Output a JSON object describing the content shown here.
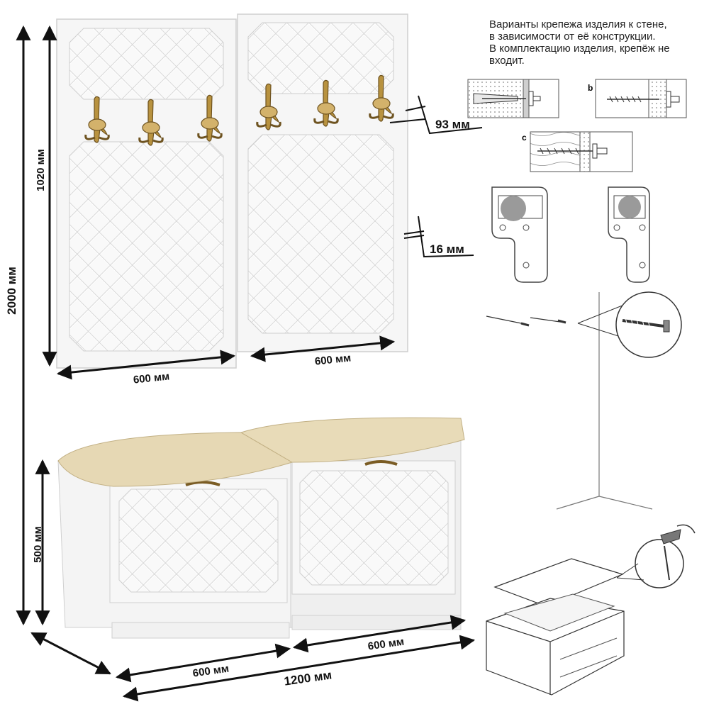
{
  "notes": [
    "Варианты крепежа изделия к стене,",
    "в зависимости от её конструкции.",
    "В комплектацию изделия, крепёж не",
    "входит."
  ],
  "mount_labels": [
    "b",
    "c"
  ],
  "dimensions": {
    "total_height": "2000 мм",
    "panel_height": "1020 мм",
    "panel_width_left": "600 мм",
    "panel_width_right": "600 мм",
    "hook_offset": "93 мм",
    "panel_thickness": "16 мм",
    "bench_height": "500 мм",
    "bench_width_left": "600 мм",
    "bench_width_right": "600 мм",
    "bench_total_width": "1200 мм"
  },
  "colors": {
    "panel": "#f7f7f7",
    "outline": "#cfcfcf",
    "seat": "#e6d8b4",
    "brass": "#a8843a",
    "line": "#111111"
  }
}
